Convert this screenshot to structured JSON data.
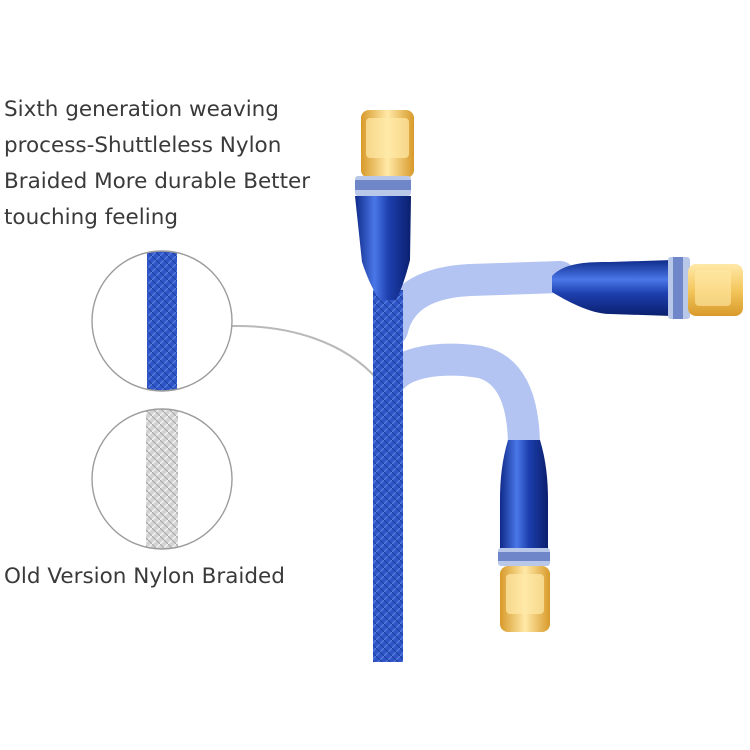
{
  "captions": {
    "new_version": [
      "Sixth generation weaving",
      "process-Shuttleless Nylon",
      "Braided More durable Better",
      "touching feeling"
    ],
    "old_version": "Old Version Nylon Braided"
  },
  "colors": {
    "cable_blue": "#2f56c8",
    "cable_light": "#a9baf0",
    "connector_gold": "#f2c35a",
    "old_braid": "#cfcfcf",
    "text": "#3a3a3a"
  }
}
